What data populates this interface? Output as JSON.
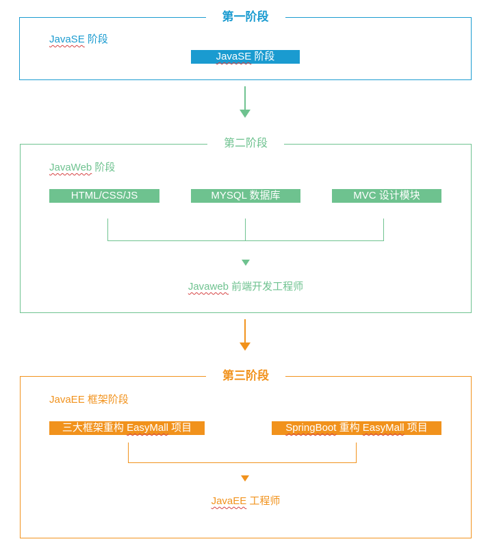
{
  "colors": {
    "stage1": "#1a9bd0",
    "stage2": "#6ec28f",
    "stage3": "#f1921c"
  },
  "stage1": {
    "title": "第一阶段",
    "subtitle": {
      "highlight": "JavaSE",
      "rest": " 阶段"
    },
    "chip": {
      "highlight": "JavaSE",
      "rest": " 阶段"
    }
  },
  "stage2": {
    "title": "第二阶段",
    "subtitle": {
      "highlight": "JavaWeb",
      "rest": " 阶段"
    },
    "chips": [
      "HTML/CSS/JS",
      "MYSQL 数据库",
      "MVC 设计模块"
    ],
    "result": {
      "highlight": "Javaweb",
      "rest": " 前端开发工程师"
    }
  },
  "stage3": {
    "title": "第三阶段",
    "subtitle": "JavaEE 框架阶段",
    "chips": [
      {
        "prefix": "三大框架重构 ",
        "highlight": "EasyMall",
        "rest": " 项目"
      },
      {
        "prefix": "",
        "highlight": "SpringBoot",
        "mid": " 重构 ",
        "highlight2": "EasyMall",
        "rest": " 项目"
      }
    ],
    "result": {
      "highlight": "JavaEE",
      "rest": " 工程师"
    }
  }
}
